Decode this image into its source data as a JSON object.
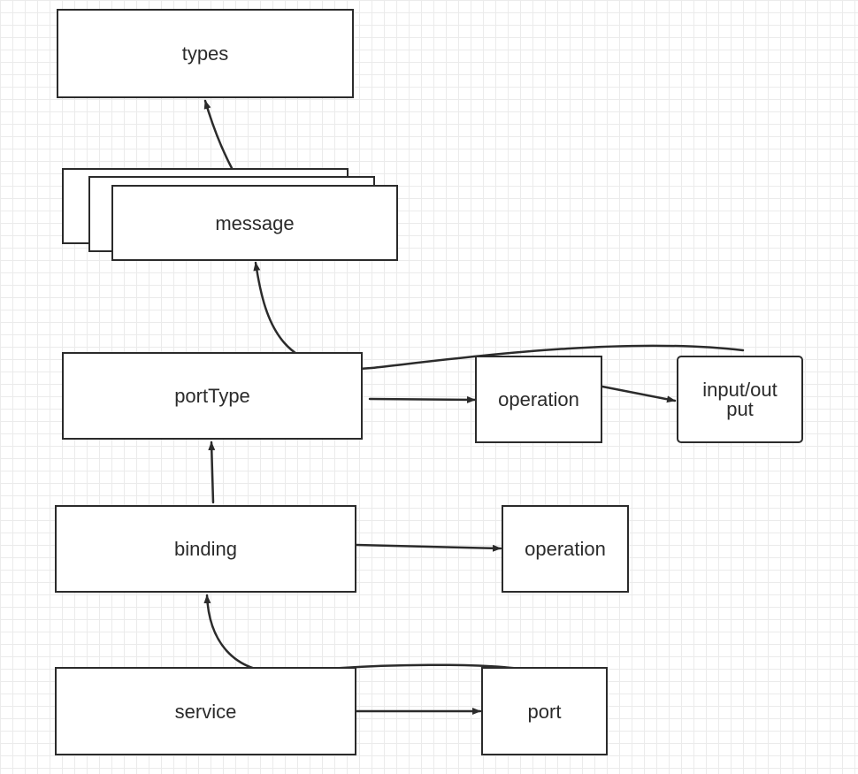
{
  "diagram": {
    "nodes": {
      "types": "types",
      "message": "message",
      "port_type": "portType",
      "operation_port_type": "operation",
      "input_output": "input/out\nput",
      "binding": "binding",
      "operation_binding": "operation",
      "service": "service",
      "port": "port"
    },
    "colors": {
      "stroke": "#2b2b2b",
      "grid": "#ebebeb",
      "background": "#ffffff"
    }
  }
}
